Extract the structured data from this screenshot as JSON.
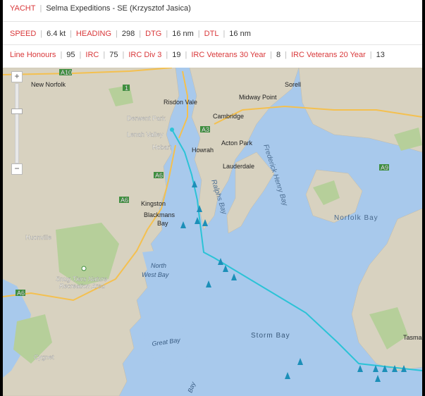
{
  "yacht": {
    "label": "YACHT",
    "name": "Selma Expeditions - SE (Krzysztof Jasica)"
  },
  "stats": [
    {
      "label": "SPEED",
      "value": "6.4 kt"
    },
    {
      "label": "HEADING",
      "value": "298"
    },
    {
      "label": "DTG",
      "value": "16 nm"
    },
    {
      "label": "DTL",
      "value": "16 nm"
    }
  ],
  "rankings": [
    {
      "label": "Line Honours",
      "value": "95"
    },
    {
      "label": "IRC",
      "value": "75"
    },
    {
      "label": "IRC Div 3",
      "value": "19"
    },
    {
      "label": "IRC Veterans 30 Year",
      "value": "8"
    },
    {
      "label": "IRC Veterans 20 Year",
      "value": "13"
    }
  ],
  "map": {
    "zoom_in": "+",
    "zoom_out": "−",
    "route_color": "#2bc3d6",
    "land_color": "#d9d3c3",
    "water_color": "#a8c9ec",
    "labels": {
      "new_norfolk": "New Norfolk",
      "sorell": "Sorell",
      "midway_point": "Midway Point",
      "risdon_vale": "Risdon Vale",
      "cambridge": "Cambridge",
      "derwent_park": "Derwent Park",
      "lenah_valley": "Lenah Valley",
      "hobart": "Hobart",
      "howrah": "Howrah",
      "acton_park": "Acton Park",
      "lauderdale": "Lauderdale",
      "frederick_henry_bay": "Frederick Henry Bay",
      "ralphs_bay": "Ralphs Bay",
      "kingston": "Kingston",
      "blackmans_bay_1": "Blackmans",
      "blackmans_bay_2": "Bay",
      "norfolk_bay": "Norfolk Bay",
      "huonville": "Huonville",
      "north_west_bay_1": "North",
      "north_west_bay_2": "West Bay",
      "snug_1": "Snug Tiers Nature",
      "snug_2": "Recreation Area",
      "cygnet": "Cygnet",
      "storm_bay": "Storm Bay",
      "great_bay": "Great Bay",
      "tasman": "Tasma",
      "bay_small": "Bay"
    },
    "road_shields": [
      "A10",
      "1",
      "A3",
      "A6",
      "A6",
      "A9",
      "A6"
    ]
  }
}
